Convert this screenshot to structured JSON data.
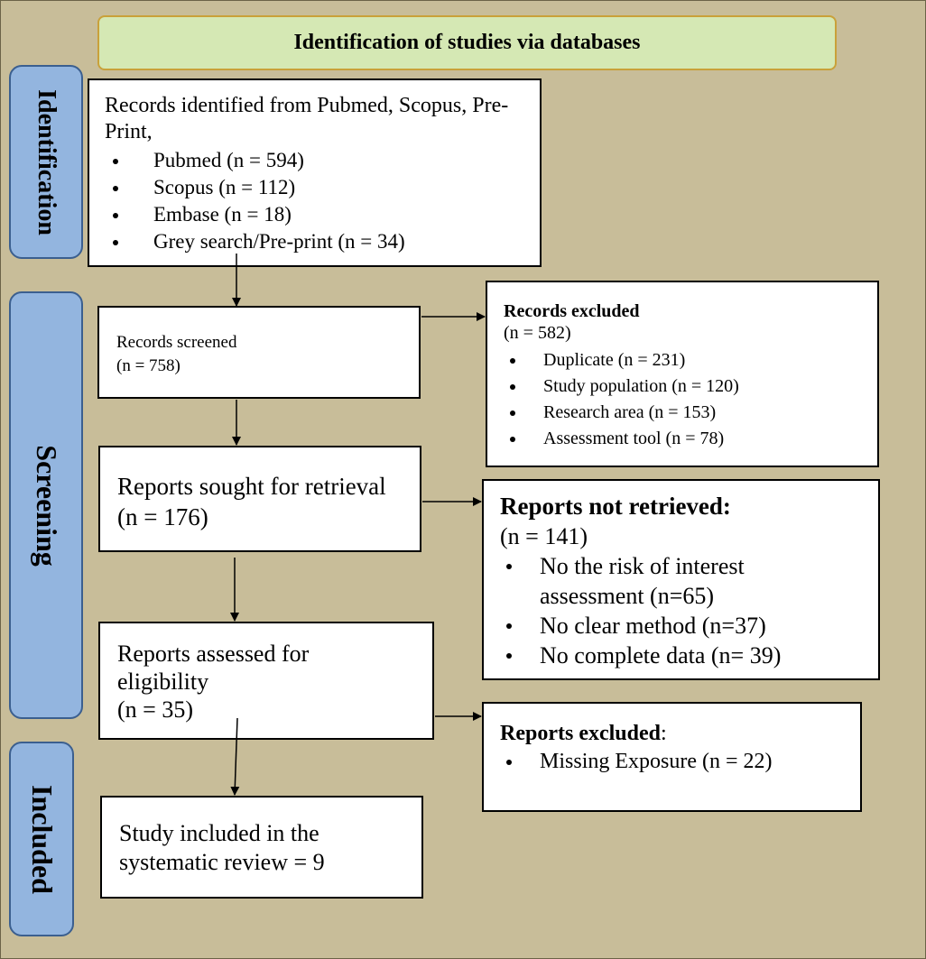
{
  "header": {
    "title": "Identification of studies via databases"
  },
  "stages": {
    "identification": "Identification",
    "screening": "Screening",
    "included": "Included"
  },
  "identification_box": {
    "intro": "Records identified from Pubmed, Scopus, Pre-Print,",
    "items": [
      "Pubmed (n = 594)",
      "Scopus (n = 112)",
      "Embase (n = 18)",
      "Grey search/Pre-print (n = 34)"
    ]
  },
  "records_screened": {
    "label": "Records screened",
    "count": "(n = 758)"
  },
  "records_excluded": {
    "title": "Records excluded",
    "count": "(n = 582)",
    "items": [
      "Duplicate (n = 231)",
      "Study population (n = 120)",
      "Research area  (n = 153)",
      "Assessment tool (n = 78)"
    ]
  },
  "reports_sought": {
    "label": "Reports sought for retrieval",
    "count": "(n = 176)"
  },
  "reports_not_retrieved": {
    "title": "Reports not retrieved:",
    "count": "(n = 141)",
    "items": [
      "No the risk of interest assessment (n=65)",
      "No clear method (n=37)",
      "No complete data (n= 39)"
    ]
  },
  "reports_assessed": {
    "label": "Reports assessed for eligibility",
    "count": "(n = 35)"
  },
  "reports_excluded": {
    "title": "Reports excluded",
    "title_suffix": ":",
    "items": [
      "Missing Exposure (n = 22)"
    ]
  },
  "included_box": {
    "label": "Study included in the systematic review = 9"
  },
  "colors": {
    "background": "#c8bd99",
    "header_fill": "#d5e8b4",
    "header_border": "#c9a13a",
    "stage_fill": "#93b5df",
    "stage_border": "#3b5f8f",
    "box_fill": "#ffffff"
  }
}
